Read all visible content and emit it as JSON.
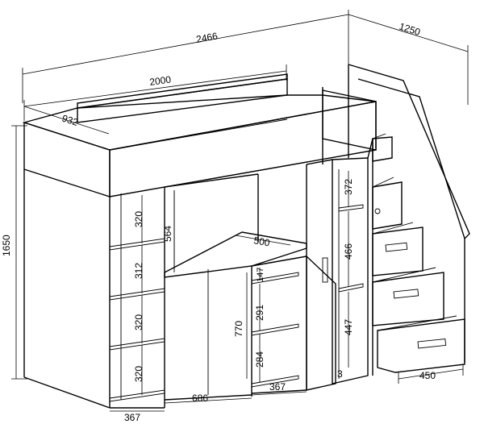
{
  "dimensions": {
    "overall_length": "2466",
    "overall_depth": "1250",
    "bed_length": "2000",
    "bed_depth": "932",
    "overall_height": "1650",
    "left_shelf_1": "320",
    "left_shelf_2": "312",
    "left_shelf_3": "320",
    "left_shelf_4": "320",
    "left_width": "367",
    "desk_open_height": "564",
    "desk_depth": "500",
    "desk_height": "770",
    "desk_width": "686",
    "middle_shelf_1": "147",
    "middle_shelf_2": "291",
    "middle_shelf_3": "284",
    "middle_width": "367",
    "wardrobe_top": "372",
    "wardrobe_mid": "466",
    "wardrobe_bottom": "447",
    "right_width_partial": "3",
    "stairs_width": "450"
  }
}
